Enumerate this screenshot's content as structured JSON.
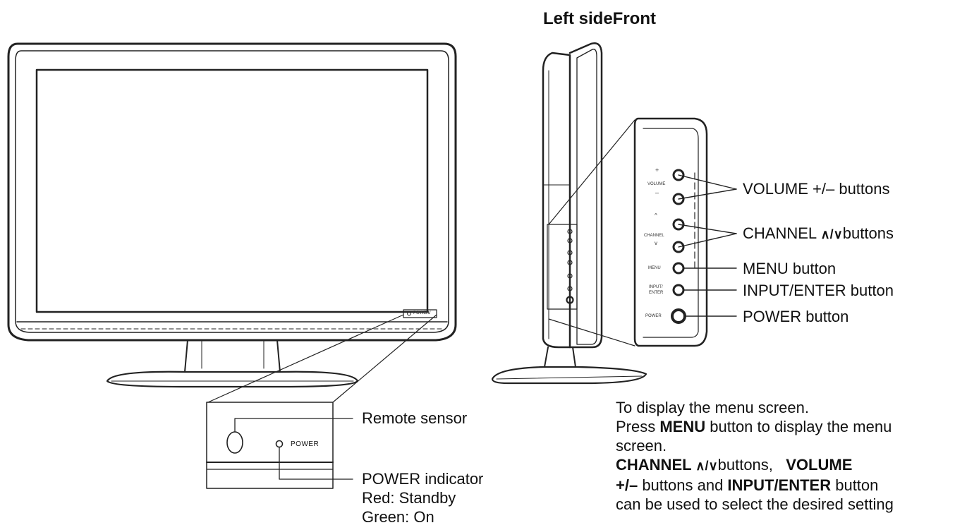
{
  "header": {
    "title": "Left sideFront"
  },
  "tv_front_panel": {
    "power_small_label": "POWER",
    "tv_small_label": "TV"
  },
  "side_panel": {
    "volume_small_label": "VOLUME",
    "channel_small_label": "CHANNEL",
    "menu_small_label": "MENU",
    "input_small_label_1": "INPUT/",
    "input_small_label_2": "ENTER",
    "power_small_label": "POWER",
    "plus": "+",
    "minus": "–",
    "up": "^",
    "down": "v"
  },
  "callouts": {
    "volume": "VOLUME +/– buttons",
    "channel_prefix": "CHANNEL ",
    "channel_symbols": "∧/∨",
    "channel_suffix": "buttons",
    "menu": "MENU button",
    "input_enter": "INPUT/ENTER button",
    "power": "POWER button",
    "remote_sensor": "Remote sensor",
    "power_indicator": "POWER indicator",
    "red": "Red: Standby",
    "green": "Green: On"
  },
  "instructions": {
    "line1": "To display the menu screen.",
    "line2_a": "Press ",
    "line2_b": "MENU",
    "line2_c": " button to display the menu",
    "line3": "screen.",
    "line4_a": "CHANNEL ",
    "line4_sym": "∧/∨",
    "line4_b": "buttons,",
    "line4_c": "VOLUME",
    "line5_a": "+/–",
    "line5_b": " buttons and ",
    "line5_c": "INPUT/ENTER",
    "line5_d": " button",
    "line6": "can be used to select the desired setting"
  }
}
